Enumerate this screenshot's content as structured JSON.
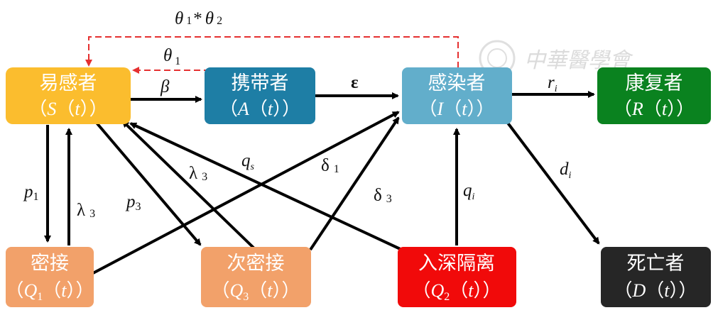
{
  "diagram": {
    "watermark": {
      "text": "中華醫學會"
    },
    "nodes": {
      "S": {
        "title": "易感者",
        "sub": "S",
        "color": "#FBBD2E"
      },
      "A": {
        "title": "携带者",
        "sub": "A",
        "color": "#1E7EA5"
      },
      "I": {
        "title": "感染者",
        "sub": "I",
        "color": "#62AECB"
      },
      "R": {
        "title": "康复者",
        "sub": "R",
        "color": "#0A821F"
      },
      "Q1": {
        "title": "密接",
        "sub": "Q",
        "subscript": "1",
        "color": "#F2A16A"
      },
      "Q3": {
        "title": "次密接",
        "sub": "Q",
        "subscript": "3",
        "color": "#F2A16A"
      },
      "Q2": {
        "title": "入深隔离",
        "sub": "Q",
        "subscript": "2",
        "color": "#F10A0A"
      },
      "D": {
        "title": "死亡者",
        "sub": "D",
        "color": "#262626"
      }
    },
    "edges": {
      "theta12": {
        "label": "θ",
        "sub1": "1",
        "mid": "*",
        "label2": "θ",
        "sub2": "2",
        "color": "#E53030"
      },
      "theta1": {
        "label": "θ",
        "sub": "1",
        "color": "#E53030"
      },
      "beta": {
        "label": "β"
      },
      "epsilon": {
        "label": "ε"
      },
      "ri": {
        "label": "r",
        "sub": "i"
      },
      "di": {
        "label": "d",
        "sub": "i"
      },
      "p1": {
        "label": "p",
        "sub": "1"
      },
      "lambda3_left": {
        "label": "λ",
        "sub": "3"
      },
      "p3": {
        "label": "p",
        "sub": "3"
      },
      "lambda3_mid": {
        "label": "λ",
        "sub": "3"
      },
      "qs": {
        "label": "q",
        "sub": "s"
      },
      "delta1": {
        "label": "δ",
        "sub": "1"
      },
      "delta3": {
        "label": "δ",
        "sub": "3"
      },
      "qi": {
        "label": "q",
        "sub": "i"
      }
    },
    "paren_open": "（",
    "paren_close": "）",
    "t_var": "t"
  }
}
